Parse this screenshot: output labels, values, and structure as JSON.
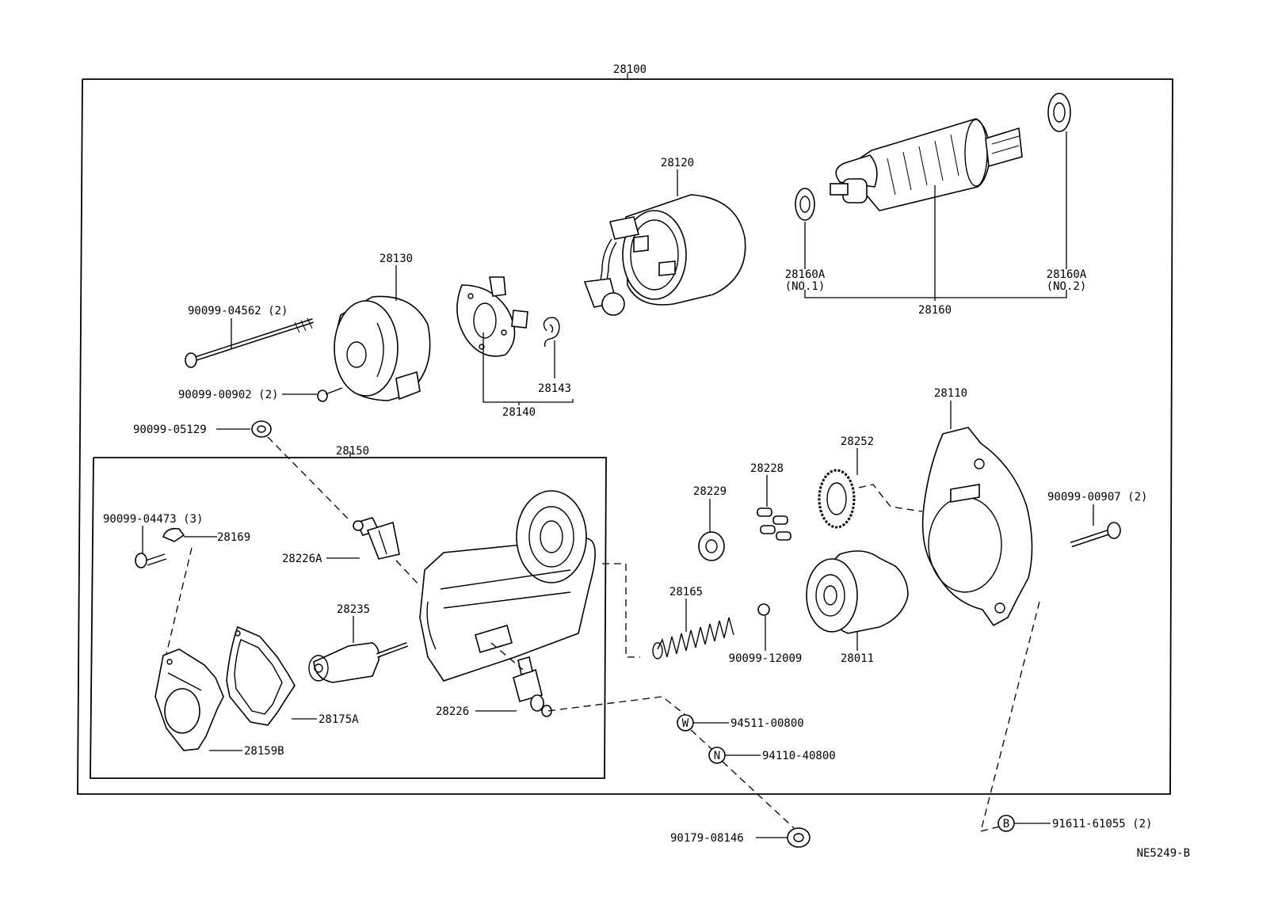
{
  "parts": {
    "p28100": "28100",
    "p28120": "28120",
    "p28130": "28130",
    "p90099_04562": "90099-04562 (2)",
    "p90099_00902": "90099-00902 (2)",
    "p28143": "28143",
    "p28140": "28140",
    "p28160a_1": "28160A",
    "p28160a_1_no": "(NO.1)",
    "p28160a_2": "28160A",
    "p28160a_2_no": "(NO.2)",
    "p28160": "28160",
    "p28110": "28110",
    "p90099_05129": "90099-05129",
    "p28150": "28150",
    "p28252": "28252",
    "p28228": "28228",
    "p28229": "28229",
    "p90099_00907": "90099-00907 (2)",
    "p90099_04473": "90099-04473 (3)",
    "p28169": "28169",
    "p28226a": "28226A",
    "p28165": "28165",
    "p28235": "28235",
    "p90099_12009": "90099-12009",
    "p28011": "28011",
    "p28226": "28226",
    "p28175a": "28175A",
    "p28159b": "28159B",
    "p94511_00800": "94511-00800",
    "p94110_40800": "94110-40800",
    "p90179_08146": "90179-08146",
    "p91611_61055": "91611-61055 (2)"
  },
  "markers": {
    "w": "W",
    "n": "N",
    "b": "B"
  },
  "diagram_code": "NE5249-B"
}
